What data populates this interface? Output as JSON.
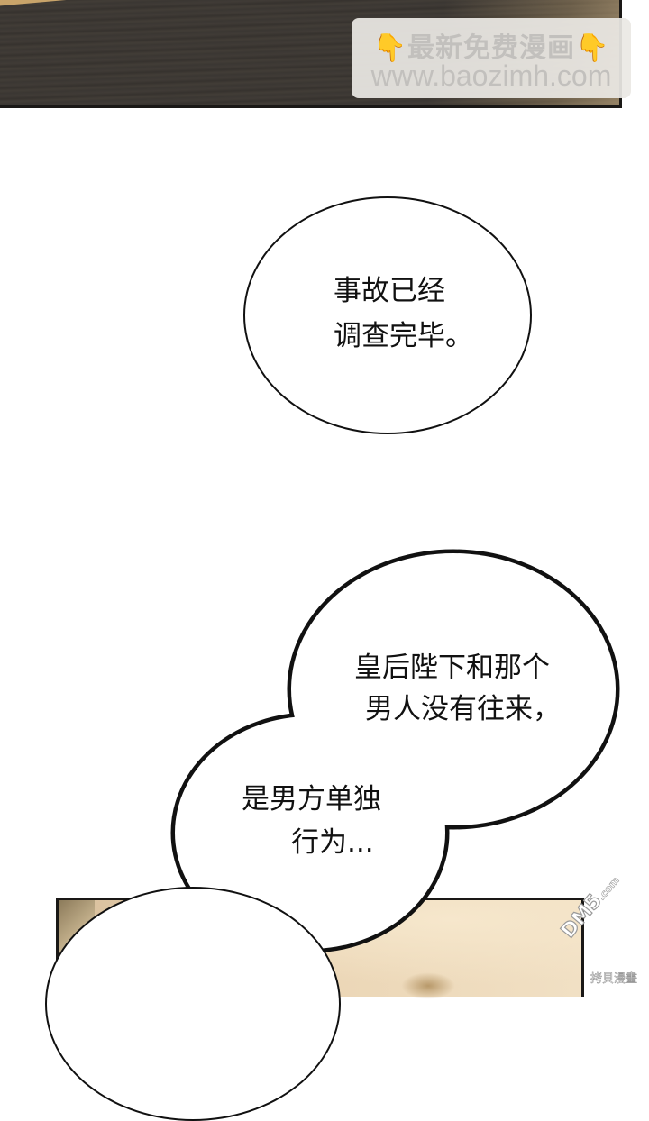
{
  "top_panel": {
    "watermark": {
      "hand_icon": "👇",
      "line1": "最新免费漫画",
      "line2": "www.baozimh.com"
    }
  },
  "bubbles": [
    {
      "id": "bubble-1",
      "lines": [
        "事故已经",
        "调查完毕。"
      ]
    },
    {
      "id": "bubble-2",
      "lines": [
        "皇后陛下和那个",
        "男人没有往来，",
        "是男方单独",
        "行为..."
      ]
    },
    {
      "id": "bubble-3",
      "lines": []
    }
  ],
  "footer_watermark": {
    "logo": "DM5",
    "logo_suffix": ".com",
    "subtitle": "拷貝漫畫"
  },
  "colors": {
    "wood_dark": "#3d3934",
    "panel_beige": "#ead4b3",
    "bubble_fill": "#ffffff",
    "outline": "#111111",
    "watermark_text": "#c2c0bd",
    "hand_emoji": "#f2b418"
  }
}
